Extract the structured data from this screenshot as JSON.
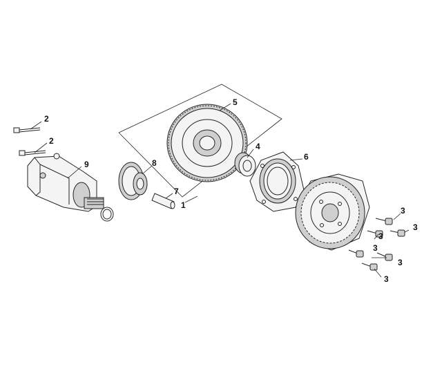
{
  "callouts": {
    "c1": "1",
    "c2a": "2",
    "c2b": "2",
    "c3a": "3",
    "c3b": "3",
    "c3c": "3",
    "c3d": "3",
    "c3e": "3",
    "c3f": "3",
    "c4": "4",
    "c5": "5",
    "c6": "6",
    "c7": "7",
    "c8": "8",
    "c9": "9"
  },
  "colors": {
    "line": "#222222",
    "fill": "#f4f4f4",
    "shade": "#cfcfcf"
  }
}
